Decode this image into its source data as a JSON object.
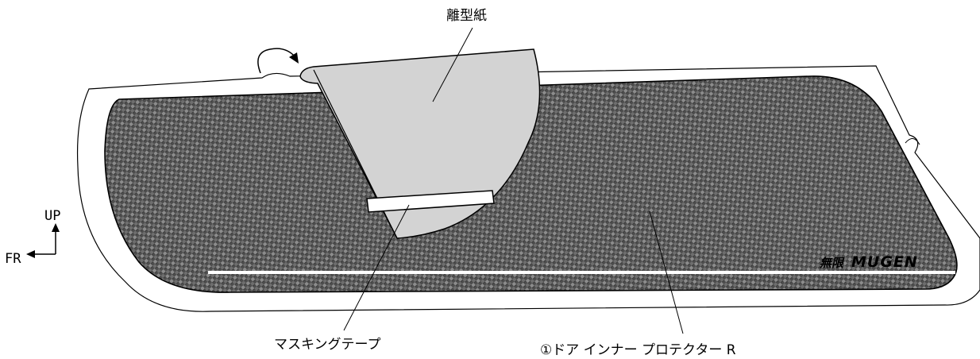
{
  "labels": {
    "release_paper": "離型紙",
    "masking_tape": "マスキングテープ",
    "part_name": "①ドア インナー プロテクター R"
  },
  "direction": {
    "up": "UP",
    "front": "FR"
  },
  "logo": {
    "brand": "MUGEN",
    "brand_jp": "無限"
  },
  "colors": {
    "carbon_dark": "#4a4a4a",
    "carbon_light": "#8a8a8a",
    "release_paper": "#d3d3d3",
    "outline": "#000000"
  }
}
